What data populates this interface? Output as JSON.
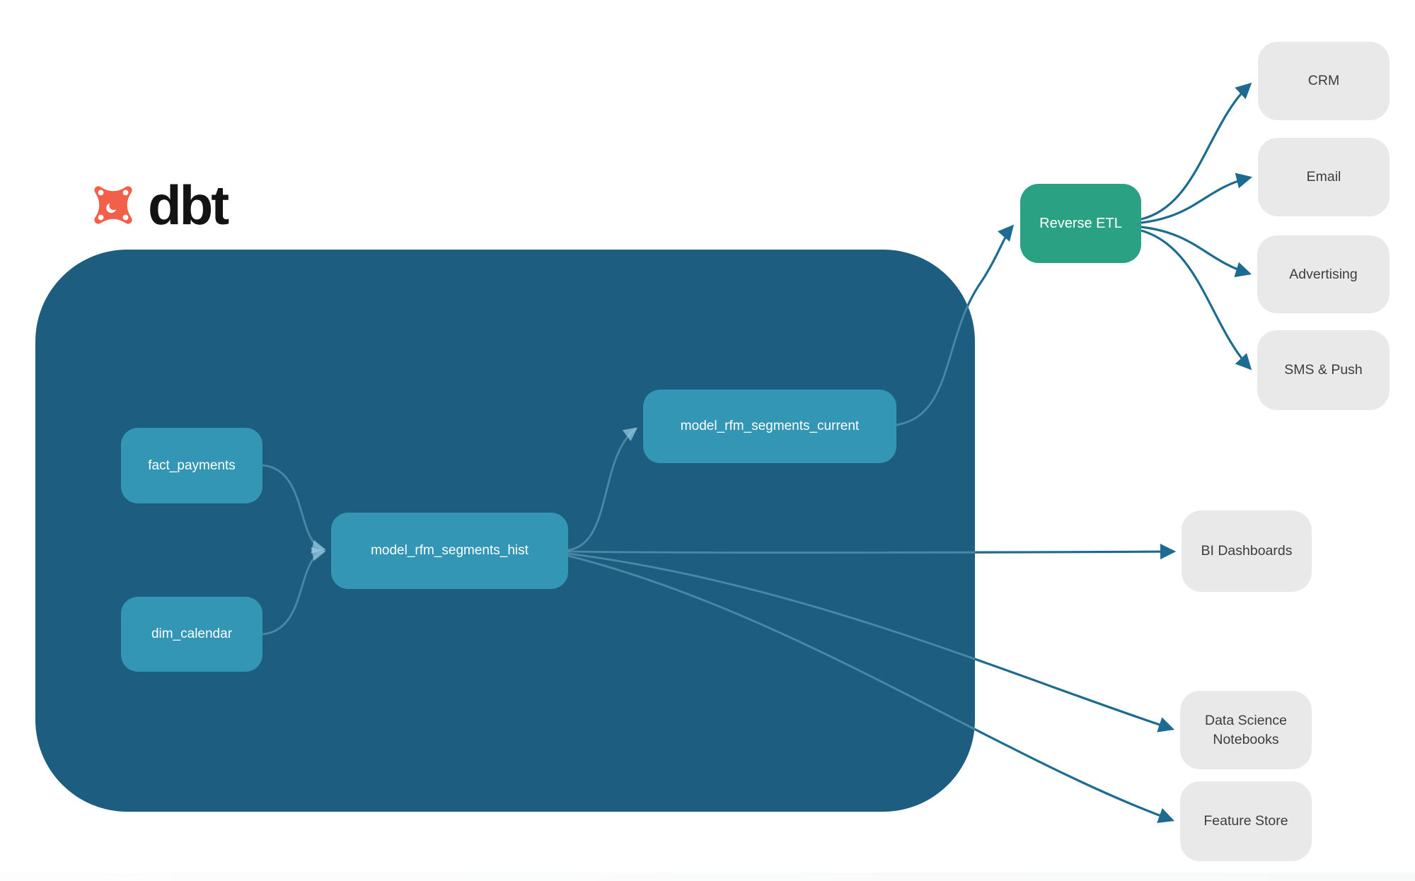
{
  "logo": {
    "brand": "dbt"
  },
  "colors": {
    "warehouse_bg": "#1d5e80",
    "model_box": "#3396b4",
    "reverse_etl_box": "#2ba183",
    "destination_box": "#e9e9ea",
    "edge_line": "#1e6b91",
    "logo_orange": "#f2604a"
  },
  "diagram": {
    "models": [
      {
        "id": "fact_payments",
        "label": "fact_payments"
      },
      {
        "id": "dim_calendar",
        "label": "dim_calendar"
      },
      {
        "id": "model_rfm_segments_hist",
        "label": "model_rfm_segments_hist"
      },
      {
        "id": "model_rfm_segments_current",
        "label": "model_rfm_segments_current"
      }
    ],
    "reverse_etl": {
      "label": "Reverse ETL"
    },
    "activation": [
      {
        "label": "CRM"
      },
      {
        "label": "Email"
      },
      {
        "label": "Advertising"
      },
      {
        "label": "SMS & Push"
      }
    ],
    "analytics": [
      {
        "label": "BI Dashboards"
      },
      {
        "label": "Data Science Notebooks"
      },
      {
        "label": "Feature Store"
      }
    ],
    "edges": [
      {
        "from": "fact_payments",
        "to": "model_rfm_segments_hist"
      },
      {
        "from": "dim_calendar",
        "to": "model_rfm_segments_hist"
      },
      {
        "from": "model_rfm_segments_hist",
        "to": "model_rfm_segments_current"
      },
      {
        "from": "model_rfm_segments_current",
        "to": "Reverse ETL"
      },
      {
        "from": "Reverse ETL",
        "to": "CRM"
      },
      {
        "from": "Reverse ETL",
        "to": "Email"
      },
      {
        "from": "Reverse ETL",
        "to": "Advertising"
      },
      {
        "from": "Reverse ETL",
        "to": "SMS & Push"
      },
      {
        "from": "model_rfm_segments_hist",
        "to": "BI Dashboards"
      },
      {
        "from": "model_rfm_segments_hist",
        "to": "Data Science Notebooks"
      },
      {
        "from": "model_rfm_segments_hist",
        "to": "Feature Store"
      }
    ]
  }
}
